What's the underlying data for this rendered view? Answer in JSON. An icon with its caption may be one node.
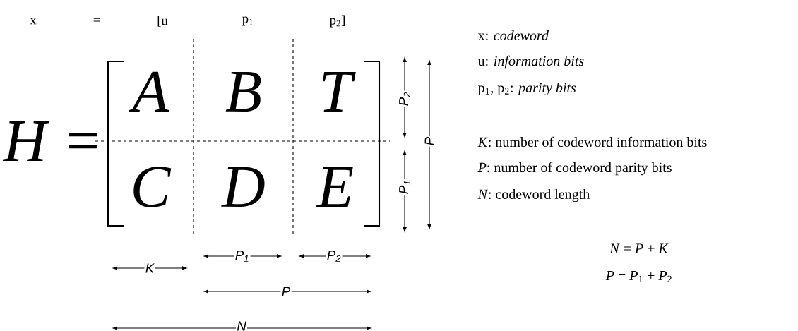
{
  "diagram": {
    "labels": [
      "x",
      "=",
      "[u",
      "p$_{1}$",
      "p$_{2}$]",
      "H =",
      "A",
      "B",
      "T",
      "C",
      "D",
      "E",
      "P$_{2}$",
      "P",
      "P$_{1}$",
      "K",
      "P$_{1}$",
      "P$_{2}$",
      "P",
      "N",
      "x: *codeword*",
      "u: *information bits*",
      "p$_{1}$, p$_{2}$: *parity bits*",
      "*K*: number of codeword information bits",
      "*P*: number of codeword parity bits",
      "*N*: codeword length",
      "*N* = *P* + *K*",
      "*P* = *P*$_{1}$ + *P*$_{2}$"
    ]
  }
}
